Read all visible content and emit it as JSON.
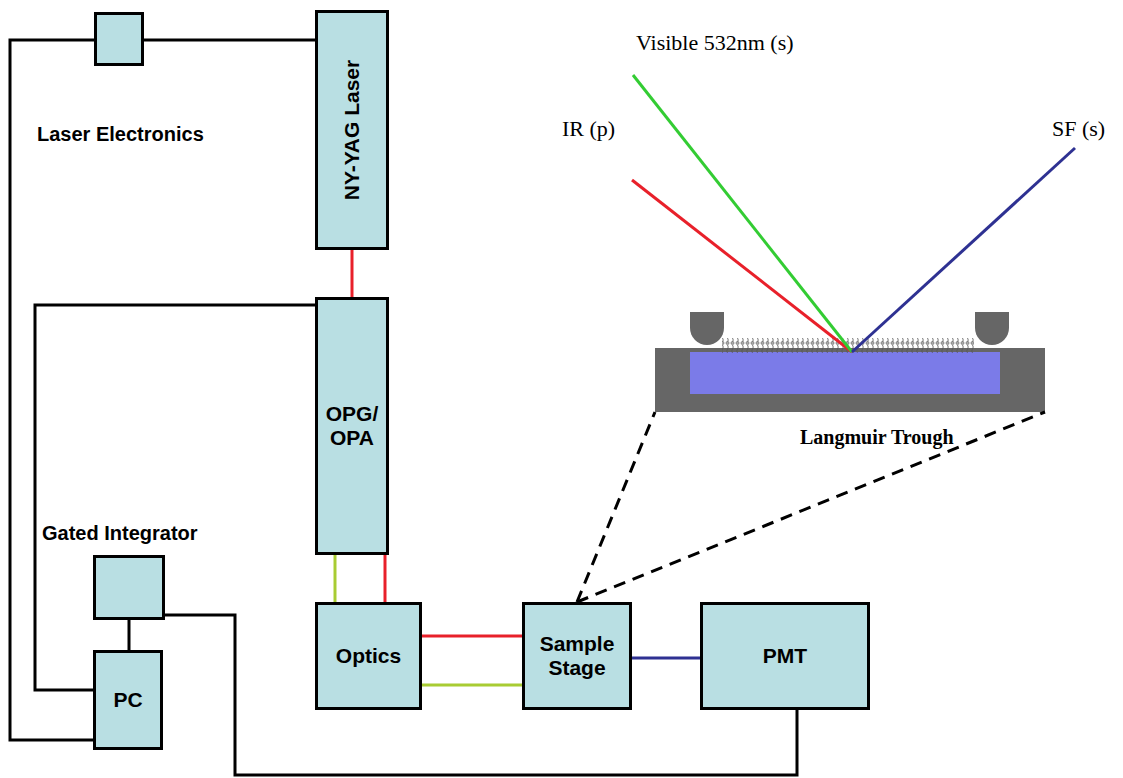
{
  "diagram": {
    "nodes": [
      {
        "text": [
          "Laser Electronics"
        ]
      },
      {
        "text": [
          "NY-YAG Laser"
        ]
      },
      {
        "text": [
          "OPG/ OPA"
        ]
      },
      {
        "text": [
          "Gated Integrator"
        ]
      },
      {
        "text": [
          "PC"
        ]
      },
      {
        "text": [
          "Optics"
        ]
      },
      {
        "text": [
          "Sample Stage"
        ]
      },
      {
        "text": [
          "PMT"
        ]
      }
    ],
    "edges": [
      {
        "from": 0,
        "to": 1,
        "arrow": "none"
      },
      {
        "from": 0,
        "to": 4,
        "arrow": "none"
      },
      {
        "from": 1,
        "to": 2,
        "arrow": "none"
      },
      {
        "from": 2,
        "to": 4,
        "arrow": "none"
      },
      {
        "from": 2,
        "to": 5,
        "arrow": "none"
      },
      {
        "from": 2,
        "to": 5,
        "arrow": "none"
      },
      {
        "from": 3,
        "to": 4,
        "arrow": "none"
      },
      {
        "from": 3,
        "to": 7,
        "arrow": "none"
      },
      {
        "from": 5,
        "to": 6,
        "arrow": "none"
      },
      {
        "from": 5,
        "to": 6,
        "arrow": "none"
      },
      {
        "from": 6,
        "to": 7,
        "arrow": "none"
      }
    ],
    "labels": [
      "Visible 532nm (s)",
      "IR (p)",
      "SF (s)",
      "Langmuir Trough"
    ]
  }
}
